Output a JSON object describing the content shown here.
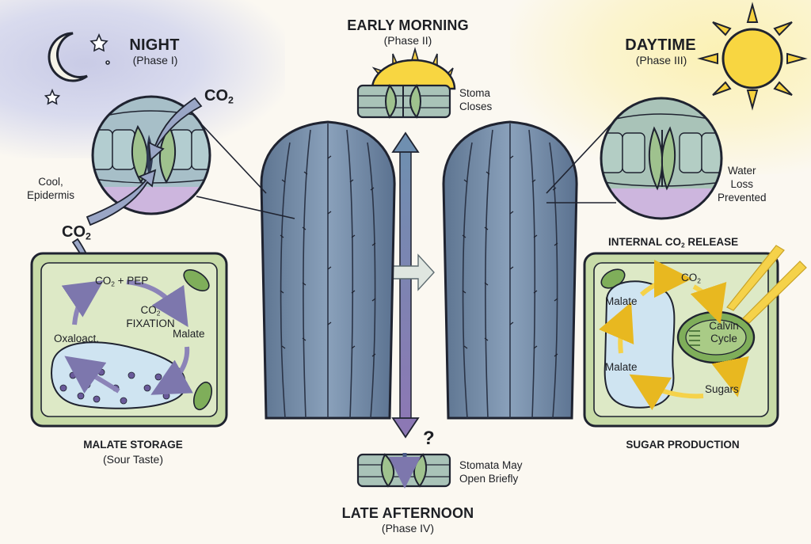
{
  "phases": {
    "night": {
      "title": "NIGHT",
      "subtitle": "(Phase I)"
    },
    "early_morning": {
      "title": "EARLY MORNING",
      "subtitle": "(Phase II)",
      "note": [
        "Stoma",
        "Closes"
      ]
    },
    "daytime": {
      "title": "DAYTIME",
      "subtitle": "(Phase III)"
    },
    "late_afternoon": {
      "title": "LATE AFTERNOON",
      "subtitle": "(Phase IV)",
      "note": [
        "Stomata May",
        "Open Briefly"
      ],
      "question": "?"
    }
  },
  "night_panel": {
    "co2_top": {
      "main": "CO",
      "sub": "2"
    },
    "co2_bottom": {
      "main": "CO",
      "sub": "2"
    },
    "epidermis_note": [
      "Cool,",
      "Epidermis"
    ],
    "cell": {
      "co2_pep": {
        "pre": "CO",
        "sub": "2",
        "post": " + PEP"
      },
      "fixation": {
        "line1_main": "CO",
        "line1_sub": "2",
        "line2": "FIXATION"
      },
      "malate": "Malate",
      "oxaloacetate": "Oxaloact."
    },
    "caption": {
      "line1": "MALATE STORAGE",
      "line2": "(Sour Taste)"
    }
  },
  "day_panel": {
    "water_note": [
      "Water",
      "Loss",
      "Prevented"
    ],
    "release_label": {
      "pre": "INTERNAL CO",
      "sub": "2",
      "post": " RELEASE"
    },
    "cell": {
      "co2": {
        "main": "CO",
        "sub": "2"
      },
      "malate_top": "Malate",
      "malate_bottom": "Malate",
      "calvin": [
        "Calvin",
        "Cycle"
      ],
      "sugars": "Sugars"
    },
    "caption": "SUGAR PRODUCTION"
  },
  "colors": {
    "night_sky": "#d4d6ec",
    "sun": "#f7d23e",
    "cell_wall": "#b9d49a",
    "vacuole": "#cfe4f1",
    "cactus": "#7d93ad",
    "arrow_purple": "#8c84b8",
    "arrow_yellow": "#f5d24a"
  }
}
